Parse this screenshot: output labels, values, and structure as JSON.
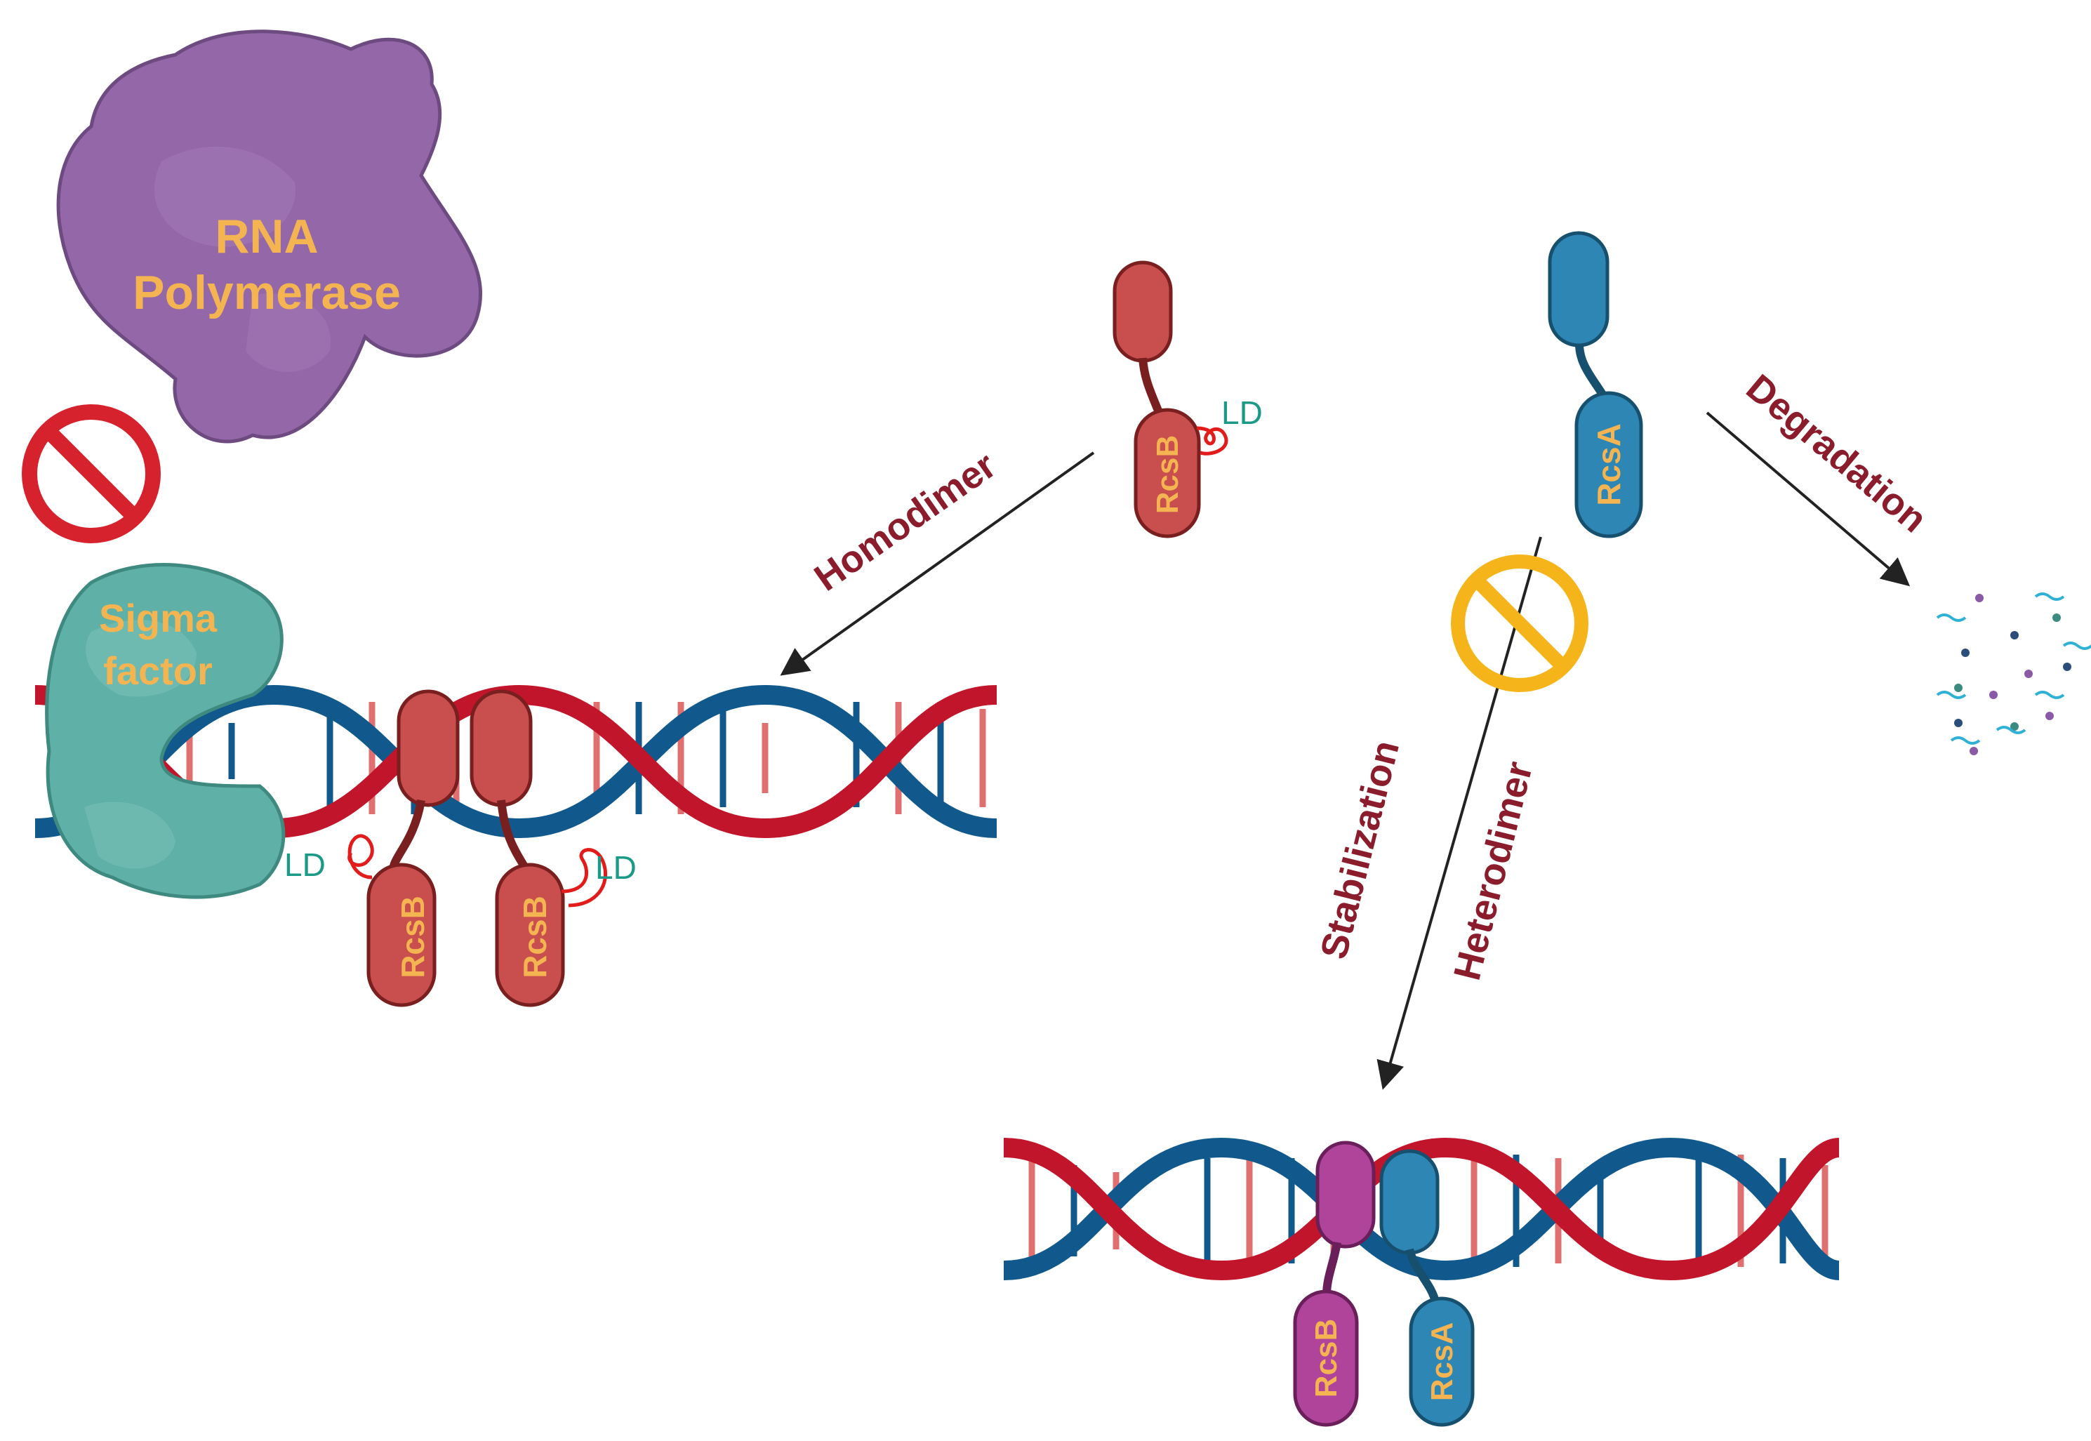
{
  "labels": {
    "rna_polymerase_line1": "RNA",
    "rna_polymerase_line2": "Polymerase",
    "sigma_line1": "Sigma",
    "sigma_line2": "factor",
    "homodimer": "Homodimer",
    "degradation": "Degradation",
    "stabilization": "Stabilization",
    "heterodimer": "Heterodimer",
    "ld": "LD",
    "rcsb": "RcsB",
    "rcsa": "RcsA"
  },
  "colors": {
    "rcsb_red": "#c94e4e",
    "rcsb_magenta": "#b0449a",
    "rcsa_blue": "#2e86b5",
    "rna_polymerase": "#9467a8",
    "sigma_factor": "#5fb0a6",
    "dna_red": "#c0152a",
    "dna_blue": "#11598c",
    "inhibit_red": "#d6222c",
    "inhibit_yellow": "#f5b51a",
    "label_yellow": "#f3b451",
    "arrow_label": "#8a1c2c",
    "ld_label": "#1c9a88"
  }
}
